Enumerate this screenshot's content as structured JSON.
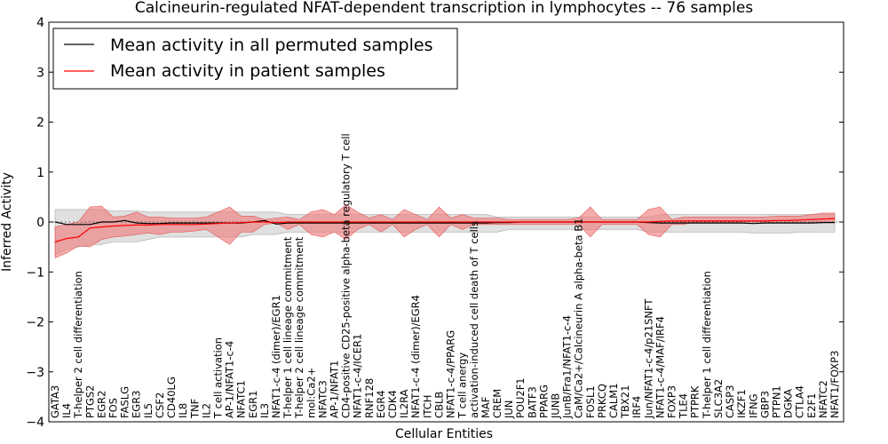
{
  "chart_data": {
    "type": "line",
    "title": "Calcineurin-regulated NFAT-dependent transcription in lymphocytes -- 76 samples",
    "xlabel": "Cellular Entities",
    "ylabel": "Inferred Activity",
    "ylim": [
      -4,
      4
    ],
    "yticks": [
      -4,
      -3,
      -2,
      -1,
      0,
      1,
      2,
      3,
      4
    ],
    "grid": false,
    "legend_position": "top-left",
    "categories": [
      "GATA3",
      "IL4",
      "T-helper 2 cell differentiation",
      "PTGS2",
      "EGR2",
      "FOS",
      "FASLG",
      "EGR3",
      "IL5",
      "CSF2",
      "CD40LG",
      "IL8",
      "TNF",
      "IL2",
      "T cell activation",
      "AP-1/NFAT1-c-4",
      "NFATC1",
      "EGR1",
      "IL3",
      "NFAT1-c-4 (dimer)/EGR1",
      "T-helper 1 cell lineage commitment",
      "T-helper 2 cell lineage commitment",
      "mol:Ca2+",
      "NFATC3",
      "AP-1/NFAT1",
      "CD4-positive CD25-positive alpha-beta regulatory T cell",
      "NFAT1-c-4/ICER1",
      "RNF128",
      "EGR4",
      "CDK4",
      "IL2RA",
      "NFAT1-c-4 (dimer)/EGR4",
      "ITCH",
      "CBLB",
      "NFAT1-c-4/PPARG",
      "T cell anergy",
      "activation-induced cell death of T cells",
      "MAF",
      "CREM",
      "JUN",
      "POU2F1",
      "BATF3",
      "PPARG",
      "JUNB",
      "JunB/Fra1/NFAT1-c-4",
      "CaM/Ca2+/Calcineurin A alpha-beta B1",
      "FOSL1",
      "PRKCQ",
      "CALM1",
      "TBX21",
      "IRF4",
      "Jun/NFAT1-c-4/p21SNFT",
      "NFAT1-c-4/MAF/IRF4",
      "FOXP3",
      "TLE4",
      "PTPRK",
      "T-helper 1 cell differentiation",
      "SLC3A2",
      "CASP3",
      "IKZF1",
      "IFNG",
      "GBP3",
      "PTPN1",
      "DGKA",
      "CTLA4",
      "E2F1",
      "NFATC2",
      "NFAT1/FOXP3"
    ],
    "series": [
      {
        "name": "Mean activity in all permuted samples",
        "color": "#000000",
        "values": [
          0.0,
          -0.05,
          -0.05,
          -0.05,
          0.0,
          0.0,
          0.03,
          -0.02,
          -0.03,
          -0.03,
          -0.02,
          -0.02,
          -0.02,
          -0.02,
          -0.02,
          -0.02,
          -0.02,
          0.0,
          0.03,
          -0.04,
          -0.02,
          -0.02,
          -0.02,
          -0.02,
          -0.02,
          -0.02,
          -0.02,
          -0.02,
          -0.02,
          -0.02,
          -0.02,
          -0.02,
          -0.02,
          -0.02,
          -0.02,
          -0.02,
          -0.02,
          -0.02,
          -0.01,
          -0.01,
          0.0,
          0.0,
          0.0,
          0.0,
          0.0,
          0.0,
          0.0,
          0.0,
          0.0,
          0.0,
          0.0,
          -0.01,
          -0.02,
          -0.02,
          -0.02,
          -0.02,
          -0.02,
          -0.02,
          -0.02,
          -0.02,
          -0.03,
          -0.02,
          -0.02,
          -0.02,
          -0.02,
          -0.02,
          -0.01,
          -0.01
        ],
        "lower": [
          -0.65,
          -0.55,
          -0.5,
          -0.45,
          -0.45,
          -0.4,
          -0.4,
          -0.4,
          -0.35,
          -0.3,
          -0.3,
          -0.3,
          -0.3,
          -0.3,
          -0.3,
          -0.3,
          -0.3,
          -0.25,
          -0.25,
          -0.25,
          -0.2,
          -0.2,
          -0.2,
          -0.2,
          -0.2,
          -0.2,
          -0.2,
          -0.2,
          -0.2,
          -0.2,
          -0.2,
          -0.2,
          -0.2,
          -0.2,
          -0.2,
          -0.2,
          -0.2,
          -0.2,
          -0.2,
          -0.15,
          -0.15,
          -0.15,
          -0.15,
          -0.15,
          -0.15,
          -0.15,
          -0.15,
          -0.15,
          -0.15,
          -0.15,
          -0.15,
          -0.2,
          -0.2,
          -0.2,
          -0.2,
          -0.2,
          -0.2,
          -0.2,
          -0.2,
          -0.2,
          -0.22,
          -0.22,
          -0.22,
          -0.22,
          -0.2,
          -0.2,
          -0.2,
          -0.2
        ],
        "upper": [
          0.25,
          0.25,
          0.25,
          0.25,
          0.25,
          0.22,
          0.22,
          0.22,
          0.2,
          0.2,
          0.2,
          0.2,
          0.2,
          0.2,
          0.2,
          0.2,
          0.2,
          0.2,
          0.2,
          0.2,
          0.15,
          0.15,
          0.15,
          0.15,
          0.15,
          0.15,
          0.15,
          0.15,
          0.15,
          0.15,
          0.15,
          0.15,
          0.15,
          0.15,
          0.15,
          0.15,
          0.15,
          0.15,
          0.1,
          0.1,
          0.1,
          0.1,
          0.1,
          0.1,
          0.1,
          0.1,
          0.1,
          0.1,
          0.1,
          0.1,
          0.1,
          0.1,
          0.15,
          0.15,
          0.15,
          0.15,
          0.15,
          0.15,
          0.15,
          0.15,
          0.15,
          0.15,
          0.15,
          0.15,
          0.15,
          0.15,
          0.15,
          0.15
        ]
      },
      {
        "name": "Mean activity in patient samples",
        "color": "#ff0000",
        "values": [
          -0.4,
          -0.33,
          -0.3,
          -0.12,
          -0.1,
          -0.08,
          -0.07,
          -0.06,
          -0.06,
          -0.05,
          -0.05,
          -0.05,
          -0.05,
          -0.04,
          -0.03,
          -0.02,
          -0.01,
          0.0,
          0.0,
          -0.01,
          0.0,
          0.0,
          0.0,
          0.0,
          0.0,
          0.0,
          0.0,
          0.0,
          0.0,
          0.0,
          0.0,
          0.0,
          0.0,
          0.0,
          0.0,
          0.0,
          0.0,
          0.0,
          0.0,
          0.0,
          0.0,
          0.0,
          0.0,
          0.0,
          0.0,
          0.0,
          0.0,
          0.0,
          0.0,
          0.0,
          0.0,
          0.0,
          0.01,
          0.02,
          0.02,
          0.02,
          0.02,
          0.02,
          0.02,
          0.02,
          0.02,
          0.02,
          0.03,
          0.03,
          0.04,
          0.05,
          0.06,
          0.07
        ],
        "lower": [
          -0.72,
          -0.62,
          -0.48,
          -0.5,
          -0.35,
          -0.3,
          -0.28,
          -0.25,
          -0.22,
          -0.25,
          -0.2,
          -0.2,
          -0.18,
          -0.15,
          -0.3,
          -0.45,
          -0.2,
          -0.2,
          -0.05,
          -0.02,
          -0.15,
          -0.05,
          -0.25,
          -0.3,
          -0.2,
          -0.35,
          -0.15,
          -0.05,
          -0.2,
          -0.05,
          -0.3,
          -0.15,
          -0.05,
          -0.3,
          -0.05,
          -0.15,
          -0.05,
          -0.05,
          -0.05,
          -0.05,
          -0.05,
          -0.05,
          -0.05,
          -0.05,
          -0.05,
          -0.05,
          -0.3,
          -0.05,
          -0.05,
          -0.05,
          -0.05,
          -0.25,
          -0.3,
          -0.05,
          -0.05,
          0.0,
          0.0,
          0.0,
          0.0,
          0.0,
          0.0,
          0.0,
          0.0,
          0.0,
          0.0,
          0.0,
          0.0,
          0.0
        ],
        "upper": [
          -0.1,
          -0.05,
          0.0,
          0.3,
          0.32,
          0.1,
          0.12,
          0.2,
          0.1,
          0.1,
          0.08,
          0.08,
          0.08,
          0.1,
          0.2,
          0.3,
          0.12,
          0.12,
          0.05,
          0.08,
          0.1,
          0.05,
          0.2,
          0.25,
          0.15,
          0.35,
          0.2,
          0.08,
          0.15,
          0.05,
          0.25,
          0.15,
          0.05,
          0.3,
          0.08,
          0.15,
          0.08,
          0.08,
          0.08,
          0.05,
          0.05,
          0.05,
          0.05,
          0.05,
          0.05,
          0.08,
          0.3,
          0.05,
          0.05,
          0.05,
          0.05,
          0.25,
          0.3,
          0.05,
          0.1,
          0.1,
          0.1,
          0.1,
          0.1,
          0.1,
          0.1,
          0.1,
          0.12,
          0.12,
          0.12,
          0.15,
          0.18,
          0.18
        ]
      }
    ]
  }
}
